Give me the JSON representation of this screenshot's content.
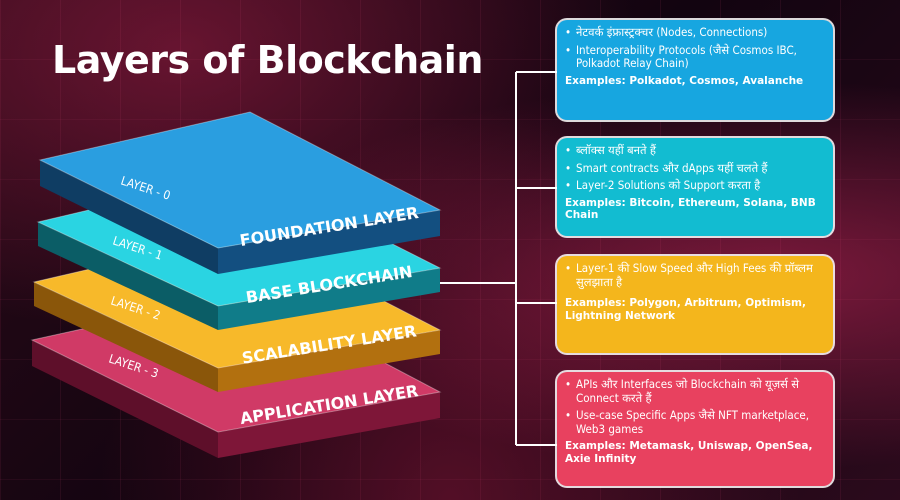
{
  "title": "Layers of Blockchain",
  "layers": [
    {
      "tag": "LAYER - 0",
      "name": "FOUNDATION LAYER",
      "color": "#1b8fd0",
      "top": "#2a9ee0",
      "front": "#134f80",
      "side": "#0f3d63"
    },
    {
      "tag": "LAYER - 1",
      "name": "BASE BLOCKCHAIN",
      "color": "#1bc4d4",
      "top": "#2ad4e2",
      "front": "#107c89",
      "side": "#0b5d66"
    },
    {
      "tag": "LAYER - 2",
      "name": "SCALABILITY LAYER",
      "color": "#f2a91c",
      "top": "#f7b92a",
      "front": "#b2700f",
      "side": "#8a560a"
    },
    {
      "tag": "LAYER - 3",
      "name": "APPLICATION LAYER",
      "color": "#c0315a",
      "top": "#d03a66",
      "front": "#7e1638",
      "side": "#5e0f2a"
    }
  ],
  "boxes": [
    {
      "bullets": [
        "नेटवर्क इंफ्रास्ट्रक्चर (Nodes, Connections)",
        "Interoperability Protocols (जैसे Cosmos IBC, Polkadot Relay Chain)"
      ],
      "examples": "Examples: Polkadot, Cosmos, Avalanche"
    },
    {
      "bullets": [
        "ब्लॉक्स यहीं बनते हैं",
        "Smart contracts और dApps यहीं चलते हैं",
        "Layer-2 Solutions को Support करता है"
      ],
      "examples": "Examples: Bitcoin, Ethereum, Solana, BNB Chain"
    },
    {
      "bullets": [
        "Layer-1 की Slow Speed और High Fees की प्रॉब्लम सुलझाता है"
      ],
      "examples": "Examples: Polygon, Arbitrum, Optimism, Lightning Network"
    },
    {
      "bullets": [
        "APIs और Interfaces जो Blockchain को यूज़र्स से Connect करते हैं",
        "Use-case Specific Apps जैसे NFT marketplace, Web3 games"
      ],
      "examples": "Examples: Metamask, Uniswap, OpenSea, Axie Infinity"
    }
  ]
}
